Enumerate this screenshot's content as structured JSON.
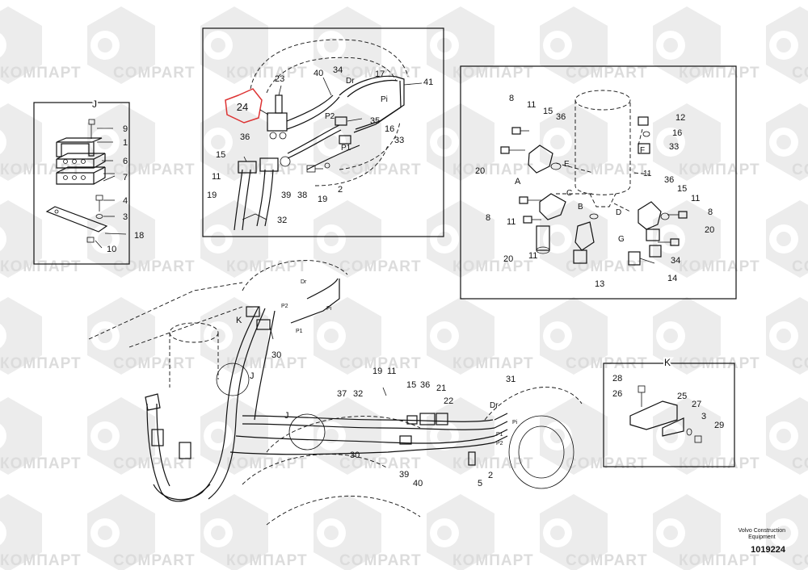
{
  "watermark": {
    "latin": "COMPART",
    "cyrillic": "КОМПАРТ"
  },
  "highlight_label": "24",
  "detail_j": {
    "title": "J",
    "labels": [
      "9",
      "1",
      "6",
      "7",
      "4",
      "3",
      "18",
      "10"
    ]
  },
  "detail_top": {
    "labels": [
      "23",
      "40",
      "34",
      "Dr",
      "17",
      "41",
      "Pi",
      "P2",
      "35",
      "P1",
      "16",
      "33",
      "36",
      "15",
      "11",
      "19",
      "39",
      "38",
      "19",
      "2",
      "32"
    ]
  },
  "detail_right": {
    "labels": [
      "8",
      "11",
      "15",
      "36",
      "12",
      "16",
      "F",
      "33",
      "20",
      "A",
      "E",
      "11",
      "C",
      "D",
      "36",
      "15",
      "11",
      "B",
      "8",
      "8",
      "11",
      "20",
      "G",
      "20",
      "11",
      "34",
      "13",
      "14"
    ]
  },
  "detail_k": {
    "title": "K",
    "labels": [
      "28",
      "26",
      "25",
      "27",
      "3",
      "29"
    ]
  },
  "main_view": {
    "labels": [
      "Dr",
      "P2",
      "Pi",
      "K",
      "P1",
      "30",
      "J",
      "J",
      "19",
      "11",
      "37",
      "32",
      "15",
      "36",
      "21",
      "22",
      "31",
      "Dr",
      "Pi",
      "P1",
      "P2",
      "30",
      "39",
      "40",
      "5",
      "2"
    ]
  },
  "caption": {
    "line1": "Volvo Construction",
    "line2": "Equipment",
    "doc_number": "1019224"
  }
}
